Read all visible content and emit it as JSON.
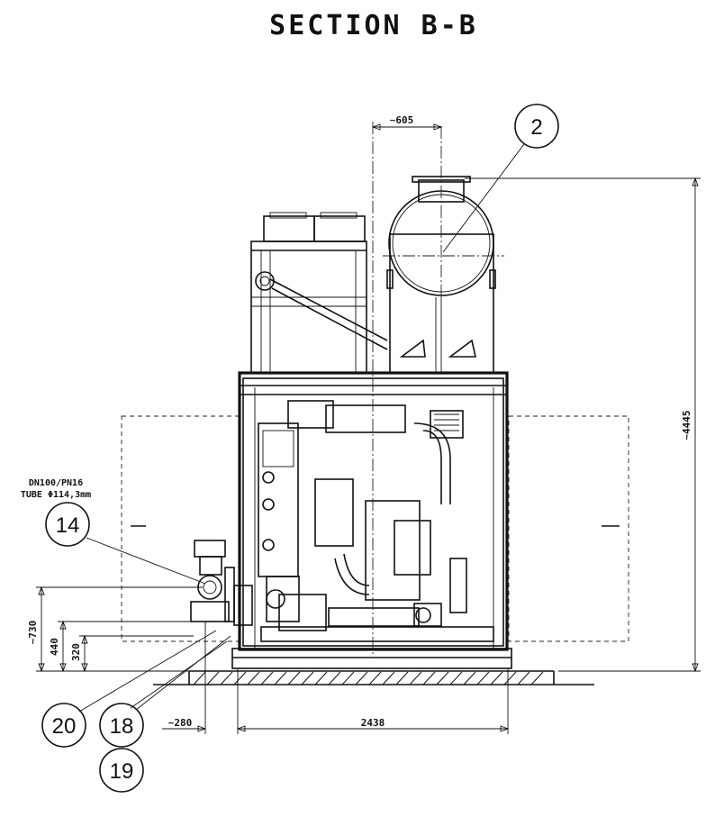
{
  "title": "SECTION B-B",
  "dimensions": {
    "top_width": "~605",
    "overall_height": "~4445",
    "left_offset": "~280",
    "base_width": "2438",
    "height_730": "~730",
    "height_440": "440",
    "height_320": "320"
  },
  "note": {
    "line1": "DN100/PN16",
    "line2": "TUBE Φ114,3mm"
  },
  "balloons": {
    "b2": "2",
    "b14": "14",
    "b18": "18",
    "b19": "19",
    "b20": "20"
  }
}
